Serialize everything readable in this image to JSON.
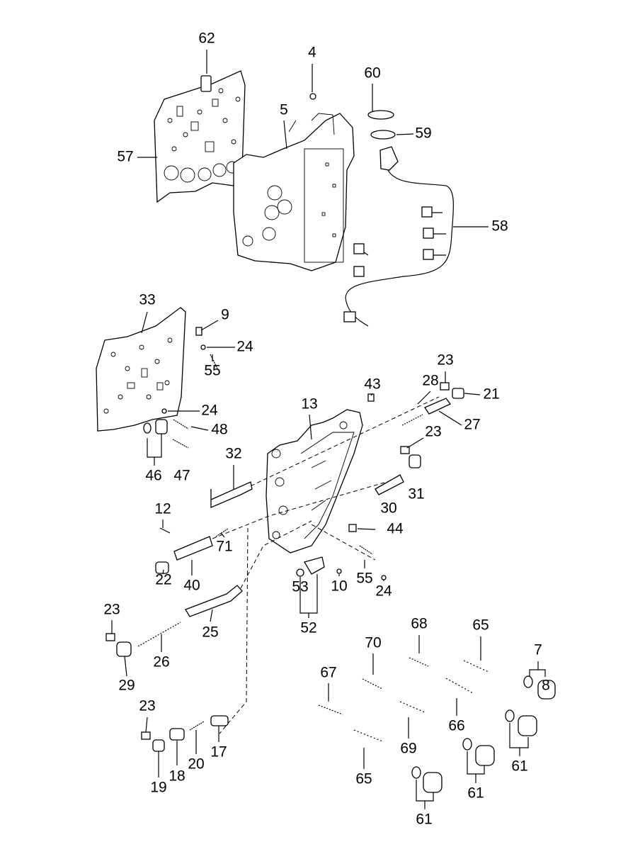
{
  "diagram": {
    "type": "exploded-parts-diagram",
    "callouts": [
      "62",
      "4",
      "60",
      "5",
      "59",
      "57",
      "58",
      "33",
      "9",
      "24",
      "55",
      "23",
      "43",
      "28",
      "21",
      "13",
      "24",
      "48",
      "27",
      "23",
      "32",
      "46",
      "47",
      "31",
      "30",
      "12",
      "44",
      "71",
      "22",
      "40",
      "53",
      "10",
      "55",
      "24",
      "52",
      "25",
      "68",
      "65",
      "23",
      "70",
      "7",
      "8",
      "26",
      "29",
      "67",
      "23",
      "69",
      "66",
      "61",
      "20",
      "17",
      "18",
      "19",
      "65",
      "61",
      "61"
    ]
  }
}
